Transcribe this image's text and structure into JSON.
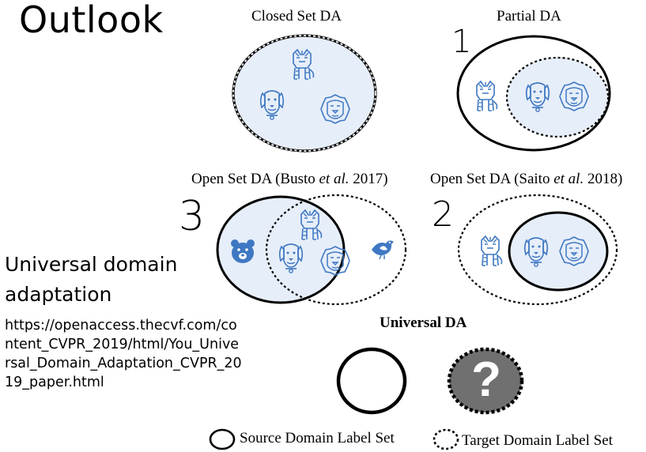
{
  "slide": {
    "title": "Outlook"
  },
  "diagrams": {
    "closed": {
      "title": "Closed Set DA"
    },
    "partial": {
      "title": "Partial DA"
    },
    "open_busto": {
      "title_pre": "Open Set DA (Busto ",
      "title_em": "et al.",
      "title_post": " 2017)"
    },
    "open_saito": {
      "title_pre": "Open Set DA (Saito ",
      "title_em": "et al.",
      "title_post": " 2018)"
    },
    "universal": {
      "title": "Universal DA",
      "question_mark": "?"
    }
  },
  "handwritten": {
    "partial": "1",
    "open_saito": "2",
    "open_busto": "3"
  },
  "side": {
    "heading": "Universal domain adaptation",
    "url": "https://openaccess.thecvf.com/content_CVPR_2019/html/You_Universal_Domain_Adaptation_CVPR_2019_paper.html"
  },
  "legend": {
    "source": "Source Domain Label Set",
    "target": "Target Domain Label Set"
  },
  "colors": {
    "icon": "#3f78c2",
    "fill": "#e6eef9",
    "gray": "#707070"
  },
  "icons": [
    "tiger-icon",
    "dog-icon",
    "lion-icon",
    "bear-icon",
    "bird-icon"
  ]
}
